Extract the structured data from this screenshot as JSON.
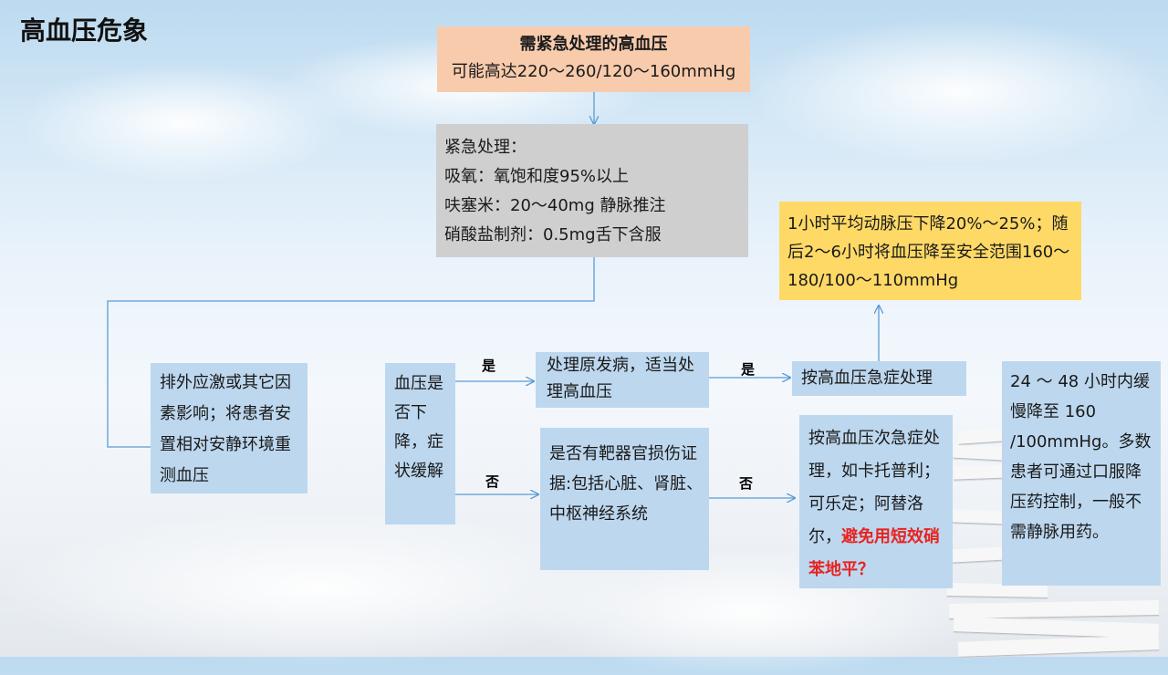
{
  "title": "高血压危象",
  "boxes": {
    "top_title": "需紧急处理的高血压",
    "top_sub": "可能高达220～260/120～160mmHg",
    "emergency": [
      "紧急处理：",
      "吸氧：氧饱和度95%以上",
      "呋塞米：20～40mg 静脉推注",
      "硝酸盐制剂：0.5mg舌下含服"
    ],
    "exclude": "排外应激或其它因素影响；将患者安置相对安静环境重测血压",
    "question": "血压是否下降，症状缓解",
    "primary": "处理原发病，适当处理高血压",
    "target_organ": "是否有靶器官损伤证据:包括心脏、肾脏、中枢神经系统",
    "emergency_treat": "按高血压急症处理",
    "goal": "1小时平均动脉压下降20%～25%；随后2～6小时将血压降至安全范围160～180/100～110mmHg",
    "subacute_prefix": "按高血压次急症处理，如卡托普利；可乐定；阿替洛尔，",
    "subacute_warning": "避免用短效硝苯地平？",
    "slow": "24 ～ 48 小时内缓慢降至 160 /100mmHg。多数患者可通过口服降压药控制，一般不需静脉用药。"
  },
  "labels": {
    "yes1": "是",
    "yes2": "是",
    "no1": "否",
    "no2": "否"
  },
  "colors": {
    "blue_box": "#bdd7ee",
    "gray_box": "#cfcfcf",
    "peach_box": "#f8cbad",
    "yellow_box": "#ffd966",
    "connector": "#5b9bd5",
    "warning": "#e8231f"
  }
}
